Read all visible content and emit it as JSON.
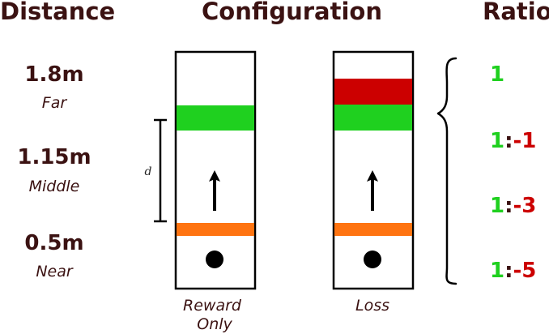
{
  "headers": {
    "distance": "Distance",
    "configuration": "Configuration",
    "ratio": "Ratio"
  },
  "distances": [
    {
      "value": "1.8m",
      "label": "Far"
    },
    {
      "value": "1.15m",
      "label": "Middle"
    },
    {
      "value": "0.5m",
      "label": "Near"
    }
  ],
  "d_label": "d",
  "configs": {
    "reward": {
      "caption_line1": "Reward",
      "caption_line2": "Only"
    },
    "loss": {
      "caption": "Loss"
    }
  },
  "ratios": [
    {
      "a": "1",
      "sep": "",
      "b": ""
    },
    {
      "a": "1",
      "sep": ":",
      "b": "-1"
    },
    {
      "a": "1",
      "sep": ":",
      "b": "-3"
    },
    {
      "a": "1",
      "sep": ":",
      "b": "-5"
    }
  ],
  "colors": {
    "text": "#3b1212",
    "reward": "#1fd01f",
    "loss": "#cc0000",
    "start": "#ff7411",
    "sep": "#3b1212"
  }
}
